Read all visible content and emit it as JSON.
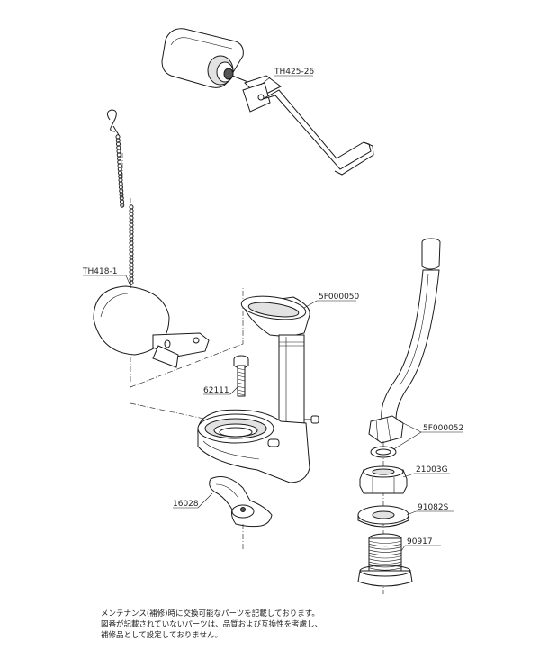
{
  "parts": {
    "lever": "TH425-26",
    "chain_float": "TH418-1",
    "overflow_pipe": "5F000050",
    "bolt": "62111",
    "clamp": "16028",
    "refill_tube": "5F000052",
    "nut": "21003G",
    "washer": "91082S",
    "spud": "90917"
  },
  "notes": {
    "line1": "メンテナンス(補修)時に交換可能なパーツを記載しております。",
    "line2": "図番が記載されていないパーツは、品質および互換性を考慮し、",
    "line3": "補修品として設定しておりません。"
  }
}
